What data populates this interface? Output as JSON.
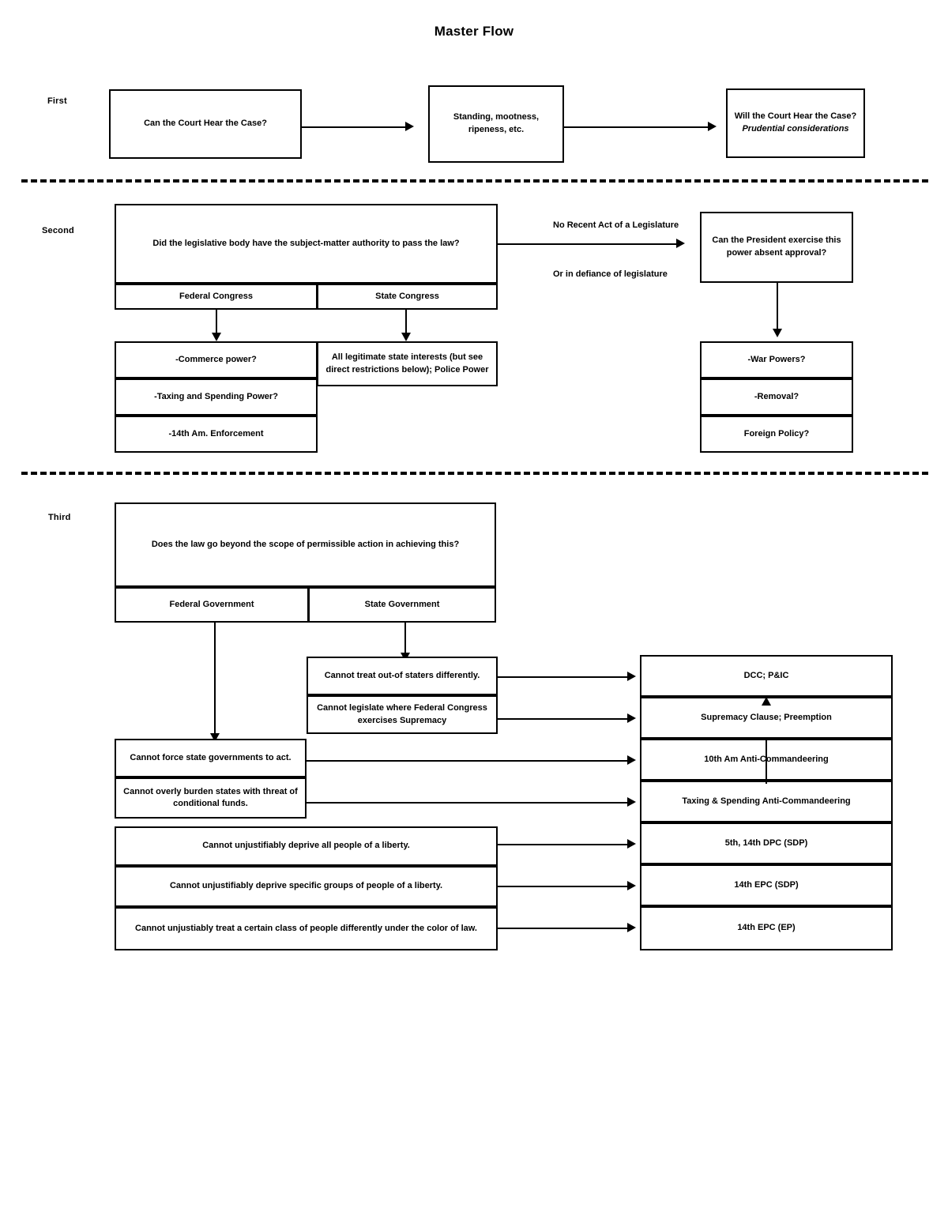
{
  "document": {
    "title": "Master Flow"
  },
  "stages": {
    "first": "First",
    "second": "Second",
    "third": "Third"
  },
  "section_first": {
    "boxes": [
      {
        "text": "Can the Court Hear the Case?"
      },
      {
        "text": "Standing, mootness, ripeness, etc."
      },
      {
        "text": "Will the Court Hear the Case?",
        "italic": "Prudential considerations"
      }
    ]
  },
  "section_second": {
    "question": "Did the legislative body have the subject-matter authority to pass the law?",
    "branch_federal": "Federal Congress",
    "branch_state": "State Congress",
    "federal_powers": [
      "-Commerce power?",
      "-Taxing and Spending Power?",
      "-14th Am. Enforcement"
    ],
    "state_powers": "All legitimate state interests (but see direct restrictions below); Police Power",
    "edge_label_top": "No Recent Act of a Legislature",
    "edge_label_bottom": "Or in defiance of legislature",
    "president_question": "Can the President exercise this power absent approval?",
    "president_powers": [
      "-War Powers?",
      "-Removal?",
      "Foreign Policy?"
    ]
  },
  "section_third": {
    "question": "Does the law go beyond the scope of permissible action in achieving this?",
    "branch_federal": "Federal Government",
    "branch_state": "State Government",
    "state_limits": [
      "Cannot treat out-of staters differently.",
      "Cannot legislate where Federal Congress exercises Supremacy"
    ],
    "federal_limits": [
      "Cannot force state governments to act.",
      "Cannot overly burden states with threat of conditional funds."
    ],
    "shared_limits": [
      "Cannot unjustifiably deprive all people of a liberty.",
      "Cannot unjustifiably deprive specific groups of people of a liberty.",
      "Cannot unjustiably treat a certain class of people differently under the color of law."
    ],
    "doctrines": [
      "DCC; P&IC",
      "Supremacy Clause; Preemption",
      "10th Am Anti-Commandeering",
      "Taxing & Spending Anti-Commandeering",
      "5th, 14th DPC (SDP)",
      "14th EPC (SDP)",
      "14th EPC (EP)"
    ]
  }
}
